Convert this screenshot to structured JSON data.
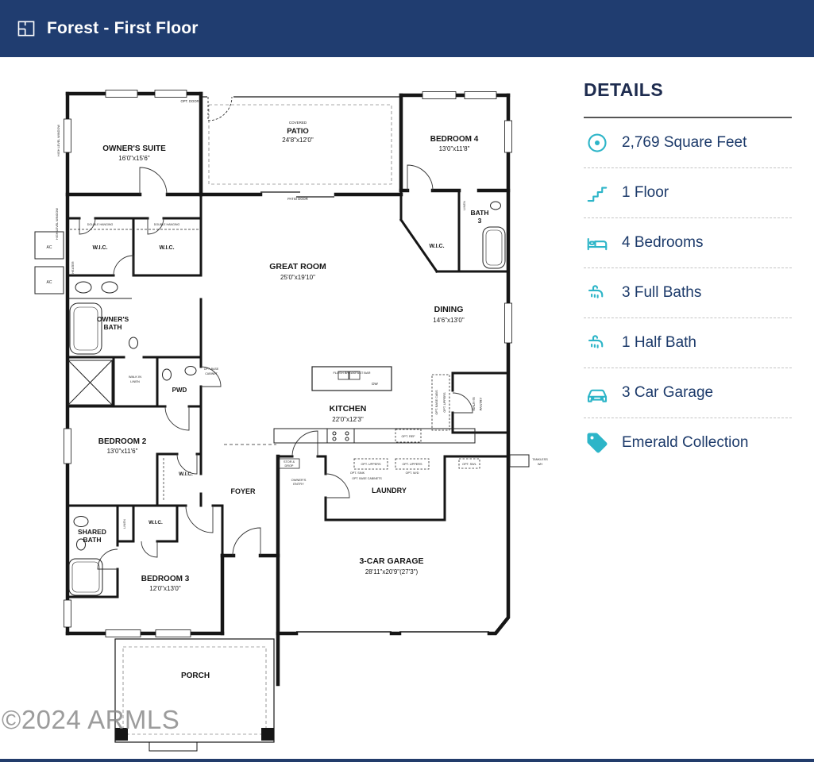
{
  "header": {
    "title": "Forest - First Floor"
  },
  "details": {
    "heading": "DETAILS",
    "items": [
      {
        "icon": "square-feet-icon",
        "label": "2,769 Square Feet"
      },
      {
        "icon": "floors-icon",
        "label": "1 Floor"
      },
      {
        "icon": "bedrooms-icon",
        "label": "4 Bedrooms"
      },
      {
        "icon": "full-baths-icon",
        "label": "3 Full Baths"
      },
      {
        "icon": "half-bath-icon",
        "label": "1 Half Bath"
      },
      {
        "icon": "garage-icon",
        "label": "3 Car Garage"
      },
      {
        "icon": "collection-tag-icon",
        "label": "Emerald Collection"
      }
    ]
  },
  "watermark": "©2024 ARMLS",
  "floorplan": {
    "rooms": {
      "owners_suite": {
        "name": "OWNER'S SUITE",
        "dims": "16'0\"x15'6\""
      },
      "patio": {
        "prefix": "COVERED",
        "name": "PATIO",
        "dims": "24'8\"x12'0\""
      },
      "bedroom4": {
        "name": "BEDROOM 4",
        "dims": "13'0\"x11'8\""
      },
      "great_room": {
        "name": "GREAT ROOM",
        "dims": "25'0\"x19'10\""
      },
      "dining": {
        "name": "DINING",
        "dims": "14'6\"x13'0\""
      },
      "kitchen": {
        "name": "KITCHEN",
        "dims": "22'0\"x12'3\""
      },
      "bedroom2": {
        "name": "BEDROOM 2",
        "dims": "13'0\"x11'6\""
      },
      "bedroom3": {
        "name": "BEDROOM 3",
        "dims": "12'0\"x13'0\""
      },
      "garage": {
        "name": "3-CAR GARAGE",
        "dims": "28'11\"x20'9\"(27'3\")"
      },
      "owners_bath": {
        "name1": "OWNER'S",
        "name2": "BATH"
      },
      "shared_bath": {
        "name1": "SHARED",
        "name2": "BATH"
      },
      "bath3": {
        "name1": "BATH",
        "name2": "3"
      },
      "foyer": {
        "name": "FOYER"
      },
      "laundry": {
        "name": "LAUNDRY"
      },
      "porch": {
        "name": "PORCH"
      },
      "pwd": {
        "name": "PWD"
      },
      "wic": {
        "name": "W.I.C."
      }
    },
    "annotations": {
      "opt_door": "OPT. DOOR",
      "patio_door": "PATIO DOOR",
      "double_hanging": "DOUBLE HANGING",
      "high_level_window": "HIGH LEVEL WINDOW",
      "ac": "AC",
      "heater": "HEATER",
      "walk_in_1": "WALK IN",
      "linen": "LINEN",
      "opt_base_1": "OPT. BASE",
      "cabinet": "CABINET",
      "flush_bar": "FLUSH BREAKFAST BAR",
      "dw": "DW",
      "opt_base_cabs": "OPT. BASE CABS",
      "opt_uppers": "OPT. UPPERS",
      "walk_in_pantry_1": "WALK-IN",
      "walk_in_pantry_2": "PANTRY",
      "opt_ref": "OPT. REF",
      "stor_drop_1": "STOR &",
      "stor_drop_2": "DROP",
      "owners_entry_1": "OWNER'S",
      "owners_entry_2": "ENTRY",
      "opt_sink": "OPT. SINK",
      "opt_base_cabinets": "OPT. BASE CABINETS",
      "opt_wd": "OPT. W/D",
      "opt_swl": "OPT. SWL",
      "tankless_1": "TANKLESS",
      "tankless_2": "WH"
    }
  }
}
